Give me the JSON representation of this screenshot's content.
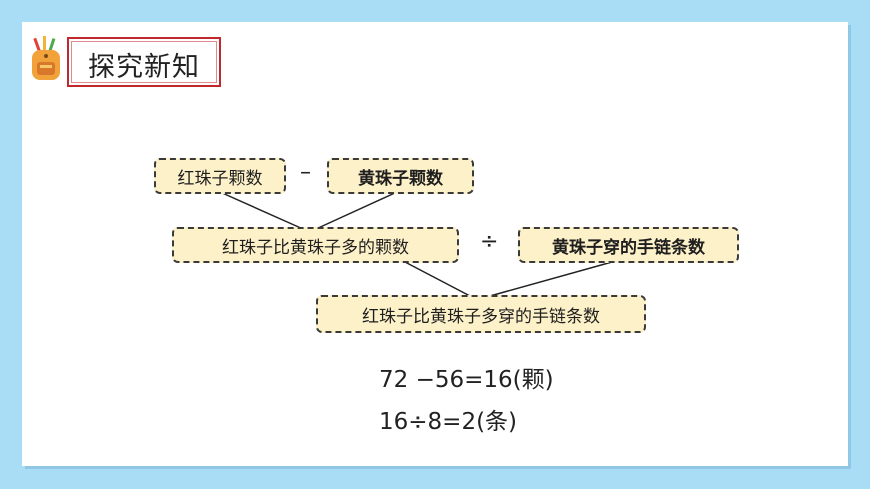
{
  "header": {
    "title": "探究新知"
  },
  "diagram": {
    "box_red_count": "红珠子颗数",
    "op_minus": "–",
    "box_yellow_count": "黄珠子颗数",
    "box_difference": "红珠子比黄珠子多的颗数",
    "op_divide": "÷",
    "box_per_bracelet": "黄珠子穿的手链条数",
    "box_result": "红珠子比黄珠子多穿的手链条数"
  },
  "equations": {
    "line1": "72 −56=16(颗)",
    "line2": "16÷8=2(条)"
  }
}
